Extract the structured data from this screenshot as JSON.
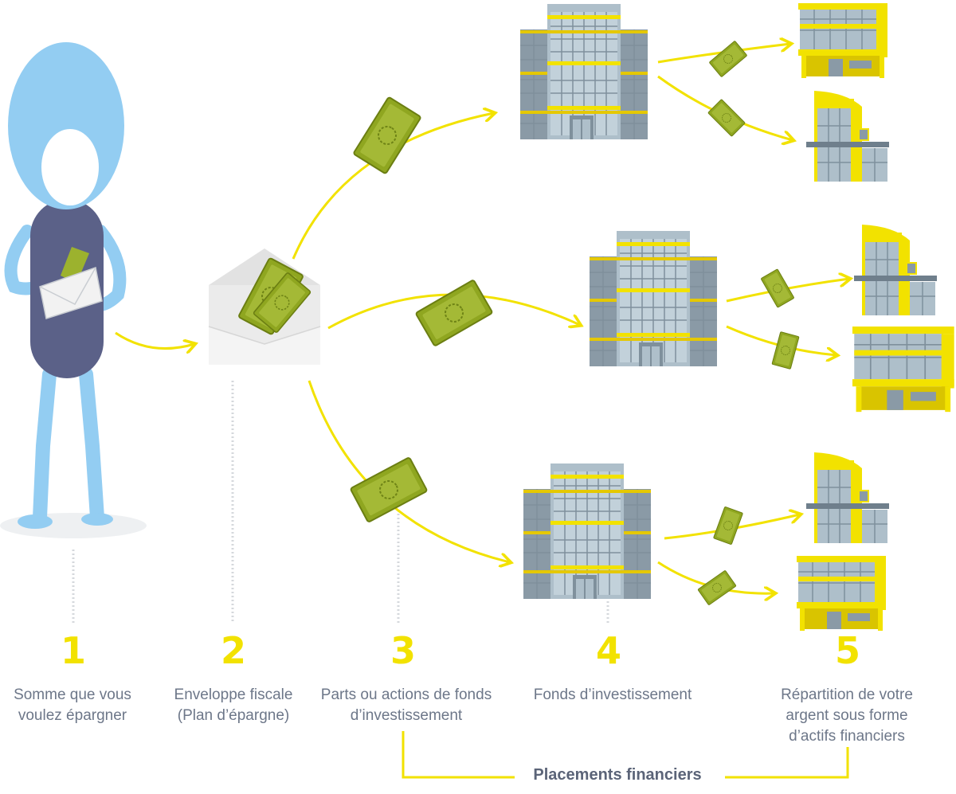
{
  "steps": [
    {
      "number": "1",
      "label": "Somme que vous voulez épargner"
    },
    {
      "number": "2",
      "label": "Enveloppe fiscale (Plan d’épargne)"
    },
    {
      "number": "3",
      "label": "Parts ou actions de fonds d’investissement"
    },
    {
      "number": "4",
      "label": "Fonds d’investissement"
    },
    {
      "number": "5",
      "label": "Répartition de votre argent sous forme d’actifs financiers"
    }
  ],
  "footer": {
    "label": "Placements financiers"
  },
  "colors": {
    "accent_yellow": "#f2e200",
    "banknote_green": "#95a928",
    "person_blue": "#93cdf2",
    "person_body": "#5b6188",
    "text_gray": "#6d7789",
    "building_gray": "#8fa0aa"
  },
  "icons": [
    "person-illustration",
    "envelope-icon",
    "banknote-icon",
    "office-building-icon",
    "modern-building-icon"
  ]
}
